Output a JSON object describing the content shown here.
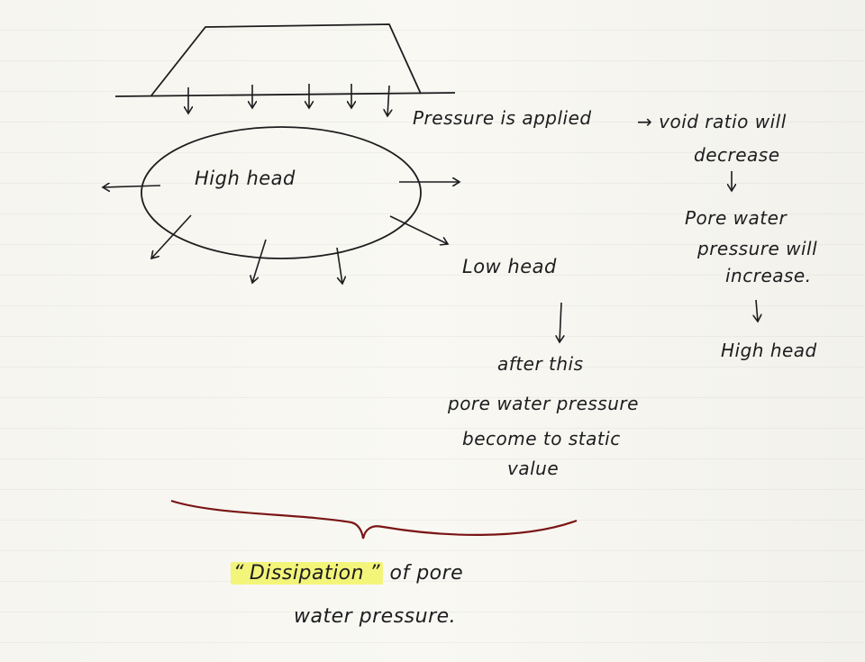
{
  "colors": {
    "paper": "#f7f6f1",
    "ink": "#1d1d1f",
    "brace": "#7a1515",
    "highlight": "#f3f57a"
  },
  "diagram": {
    "ellipse_label": "High head",
    "outside_label": "Low head",
    "chain": [
      "Pressure is applied",
      "→ void ratio will",
      "decrease",
      "Pore water",
      "pressure will",
      "increase.",
      "High head"
    ],
    "after": [
      "after this",
      "pore water pressure",
      "become to static",
      "value"
    ],
    "conclusion": {
      "open_quote": "“",
      "term": "Dissipation",
      "close_quote": "”",
      "rest_line1": "of pore",
      "line2": "water pressure."
    }
  }
}
